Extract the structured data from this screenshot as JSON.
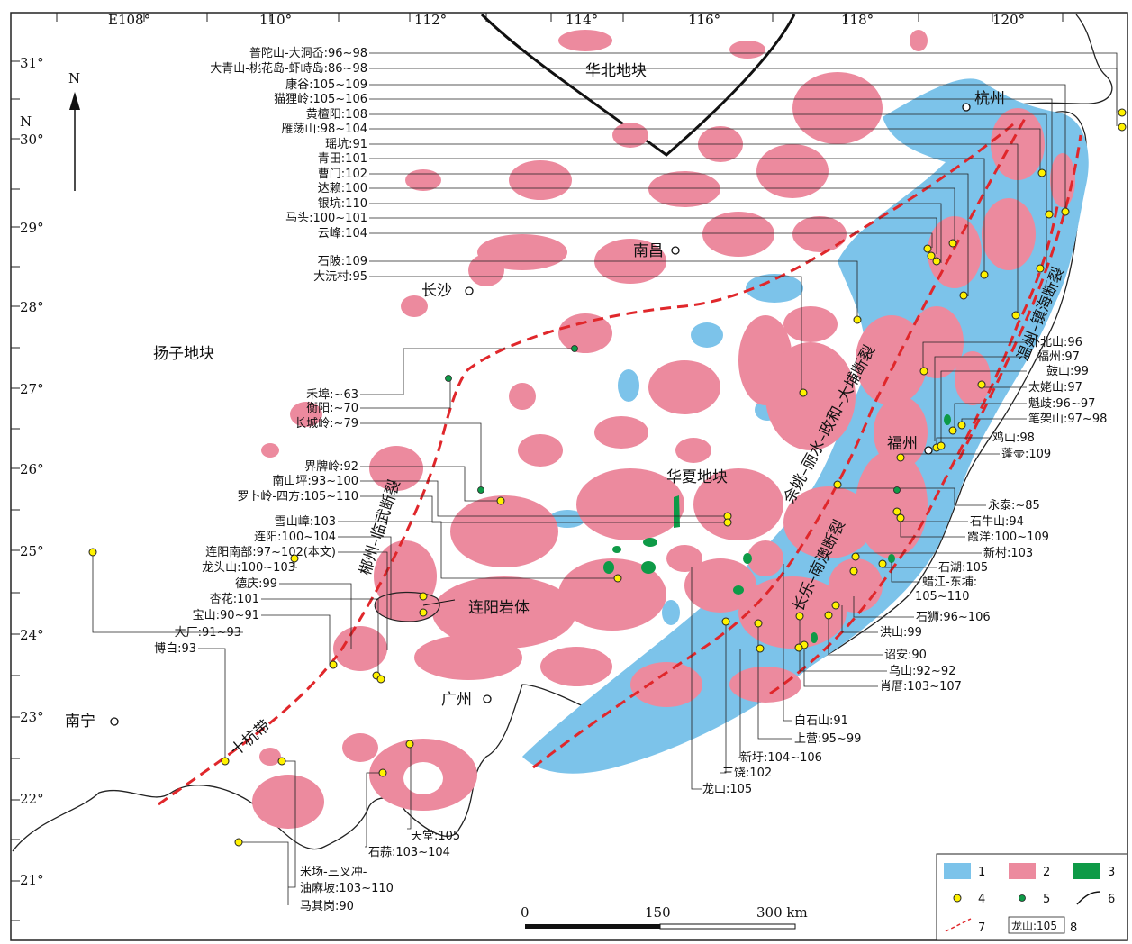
{
  "axes": {
    "top": [
      "E108°",
      "110°",
      "112°",
      "114°",
      "116°",
      "118°",
      "120°"
    ],
    "left": [
      "31°",
      "N",
      "30°",
      "29°",
      "28°",
      "27°",
      "26°",
      "25°",
      "24°",
      "23°",
      "22°",
      "21°"
    ]
  },
  "north": "N",
  "regions": {
    "north_china": "华北地块",
    "yangtze": "扬子地块",
    "cathaysia": "华夏地块",
    "shihang": "十杭带",
    "lianyang_body": "连阳岩体"
  },
  "faults": {
    "chenzhou": "郴州–临武断裂",
    "yuyao": "余姚–丽水–政和–大埔断裂",
    "changle": "长乐–南澳断裂",
    "wenzhou": "温州–镇海断裂"
  },
  "cities": {
    "hangzhou": "杭州",
    "nanchang": "南昌",
    "changsha": "长沙",
    "fuzhou": "福州",
    "guangzhou": "广州",
    "nanning": "南宁"
  },
  "labels_left_top": [
    "普陀山-大洞岙:96~98",
    "大青山-桃花岛-虾峙岛:86~98",
    "康谷:105~109",
    "猫狸岭:105~106",
    "黄檀阳:108",
    "雁荡山:98~104",
    "瑶坑:91",
    "青田:101",
    "曹门:102",
    "达赖:100",
    "银坑:110",
    "马头:100~101",
    "云峰:104",
    "石陂:109",
    "大沅村:95"
  ],
  "labels_left_mid": [
    "禾埠:~63",
    "衡阳:~70",
    "长城岭:~79",
    "界牌岭:92",
    "南山坪:93~100",
    "罗卜岭-四方:105~110",
    "雪山嶂:103",
    "连阳:100~104",
    "连阳南部:97~102(本文)",
    "龙头山:100~103",
    "德庆:99",
    "杏花:101",
    "宝山:90~91",
    "大厂:91~93",
    "博白:93"
  ],
  "labels_right": [
    "外北山:96",
    "福州:97",
    "鼓山:99",
    "太姥山:97",
    "魁歧:96~97",
    "笔架山:97~98",
    "鸡山:98",
    "蓬壶:109",
    "永泰:~85",
    "石牛山:94",
    "霞洋:100~109",
    "新村:103",
    "石湖:105",
    "蜡江-东埔:",
    "105~110",
    "石狮:96~106",
    "洪山:99",
    "诏安:90",
    "乌山:92~92",
    "肖厝:103~107"
  ],
  "labels_bottom": [
    "白石山:91",
    "上营:95~99",
    "新圩:104~106",
    "三饶:102",
    "龙山:105",
    "天堂:105",
    "石蒜:103~104",
    "米场-三叉冲-",
    "油麻坡:103~110",
    "马其岗:90"
  ],
  "scale": {
    "ticks": [
      "0",
      "150",
      "300 km"
    ]
  },
  "legend": {
    "items": [
      "1",
      "2",
      "3",
      "4",
      "5",
      "6",
      "7"
    ],
    "sample_label": "龙山:105",
    "last_num": "8"
  },
  "colors": {
    "blue": "#7cc3ea",
    "pink": "#ec8a9e",
    "green": "#0e9a47",
    "yellow": "#fff200",
    "fault": "#e0272b"
  }
}
